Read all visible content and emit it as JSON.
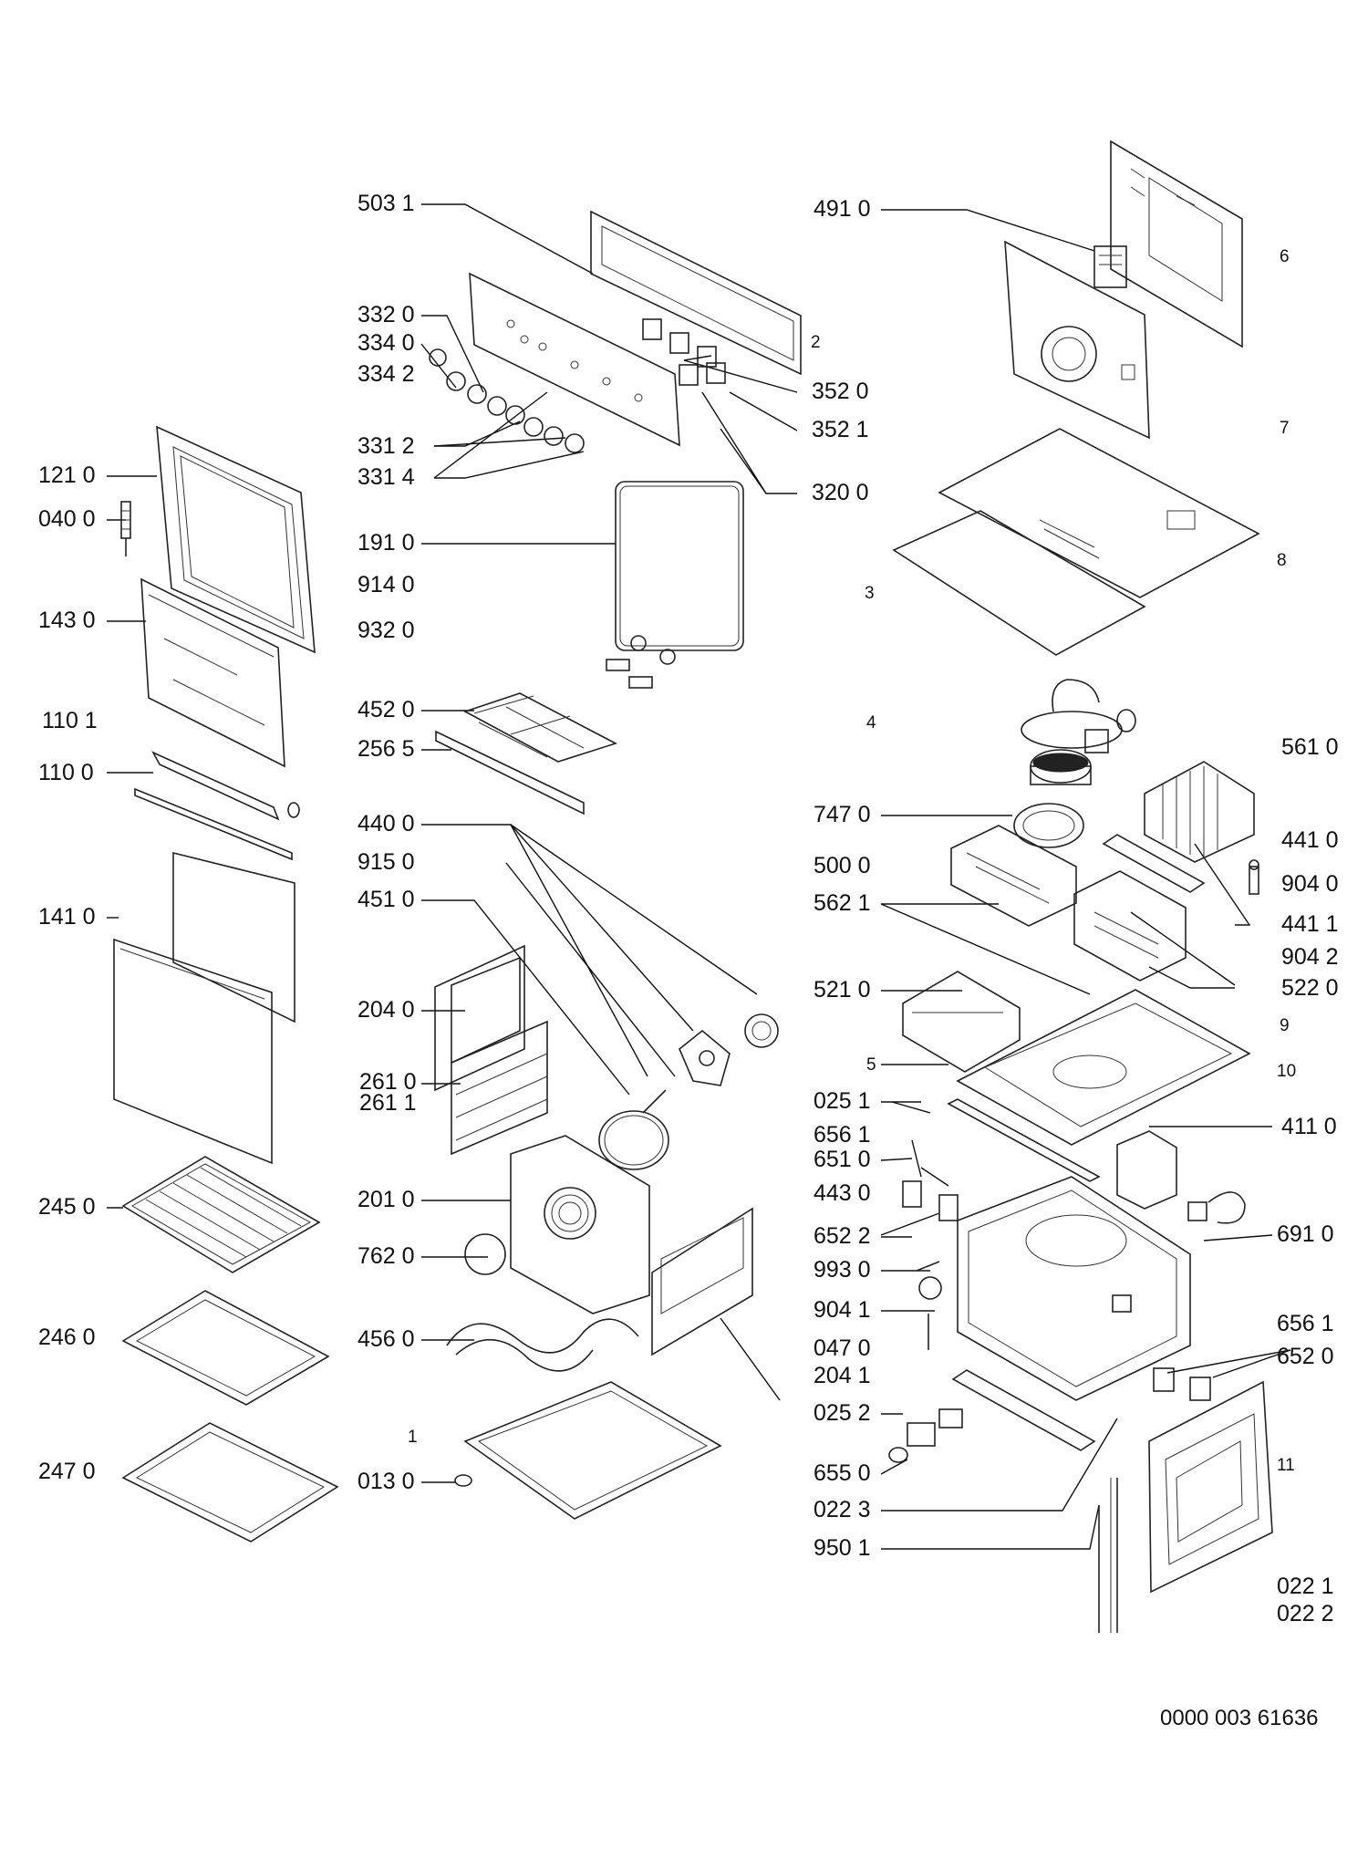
{
  "doc_number": "0000 003 61636",
  "labels": {
    "l5031": "503 1",
    "l3320": "332 0",
    "l3340": "334 0",
    "l3342": "334 2",
    "l3312": "331 2",
    "l3314": "331 4",
    "l4910": "491 0",
    "l3520": "352 0",
    "l3521": "352 1",
    "l3200": "320 0",
    "l1210": "121 0",
    "l0400": "040 0",
    "l1910": "191 0",
    "l9140": "914 0",
    "l9320": "932 0",
    "l1430": "143 0",
    "l4520": "452 0",
    "l2565": "256 5",
    "l1101": "110 1",
    "l1100": "110 0",
    "l5610": "561 0",
    "l7470": "747 0",
    "l4400": "440 0",
    "l9150": "915 0",
    "l4510": "451 0",
    "l4410": "441 0",
    "l5000": "500 0",
    "l9040": "904 0",
    "l5621": "562 1",
    "l4411": "441 1",
    "l1410": "141 0",
    "l9042": "904 2",
    "l5210": "521 0",
    "l5220": "522 0",
    "l2040": "204 0",
    "l2610": "261 0",
    "l2611": "261 1",
    "l0251": "025 1",
    "l6561a": "656 1",
    "l4110": "411 0",
    "l6510": "651 0",
    "l4430": "443 0",
    "l2450": "245 0",
    "l2010": "201 0",
    "l6522": "652 2",
    "l6910": "691 0",
    "l7620": "762 0",
    "l9930": "993 0",
    "l9041": "904 1",
    "l6561b": "656 1",
    "l4560": "456 0",
    "l2460": "246 0",
    "l0470": "047 0",
    "l6520": "652 0",
    "l2041": "204 1",
    "l0252": "025 2",
    "l2470": "247 0",
    "l0130": "013 0",
    "l6550": "655 0",
    "l0223": "022 3",
    "l9501": "950 1",
    "l0221": "022 1",
    "l0222": "022 2"
  },
  "index_numbers": {
    "n1": "1",
    "n2": "2",
    "n3": "3",
    "n4": "4",
    "n5": "5",
    "n6": "6",
    "n7": "7",
    "n8": "8",
    "n9": "9",
    "n10": "10",
    "n11": "11"
  }
}
